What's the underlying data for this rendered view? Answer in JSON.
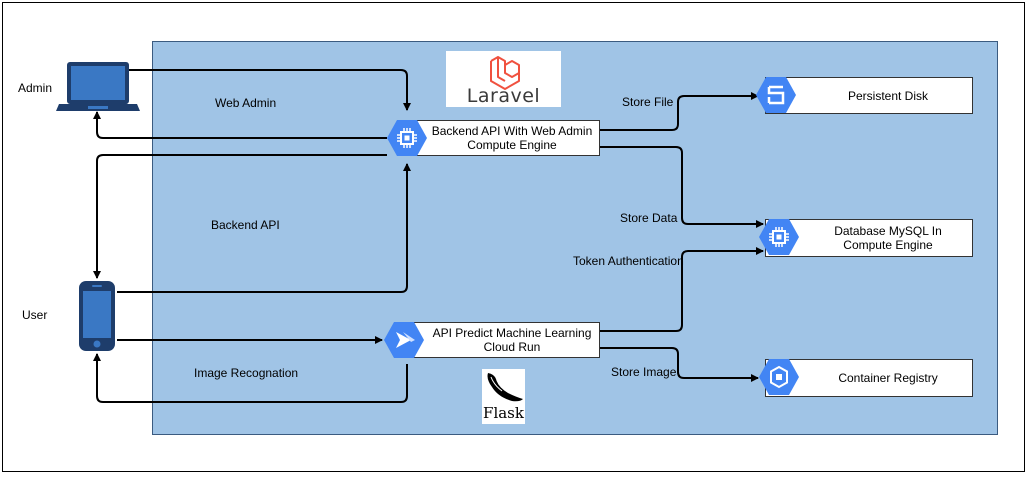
{
  "actors": {
    "admin": {
      "label": "Admin",
      "icon": "laptop-icon"
    },
    "user": {
      "label": "User",
      "icon": "smartphone-icon"
    }
  },
  "services": {
    "backend": {
      "line1": "Backend API With Web Admin",
      "line2": "Compute Engine",
      "icon": "compute-engine-icon"
    },
    "predict": {
      "line1": "API Predict Machine Learning",
      "line2": "Cloud Run",
      "icon": "cloud-run-icon"
    },
    "disk": {
      "line1": "Persistent Disk",
      "icon": "persistent-disk-icon"
    },
    "database": {
      "line1": "Database MySQL In",
      "line2": "Compute Engine",
      "icon": "compute-engine-icon"
    },
    "registry": {
      "line1": "Container Registry",
      "icon": "container-registry-icon"
    }
  },
  "edges": {
    "web_admin": "Web Admin",
    "backend_api": "Backend API",
    "image_recognation": "Image Recognation",
    "store_file": "Store File",
    "store_data": "Store Data",
    "token_auth": "Token Authentication",
    "store_image": "Store Image"
  },
  "logos": {
    "laravel": "Laravel",
    "flask": "Flask"
  },
  "colors": {
    "region": "#a0c4e6",
    "gcp_blue": "#4285f4",
    "laravel_red": "#f0513f"
  }
}
